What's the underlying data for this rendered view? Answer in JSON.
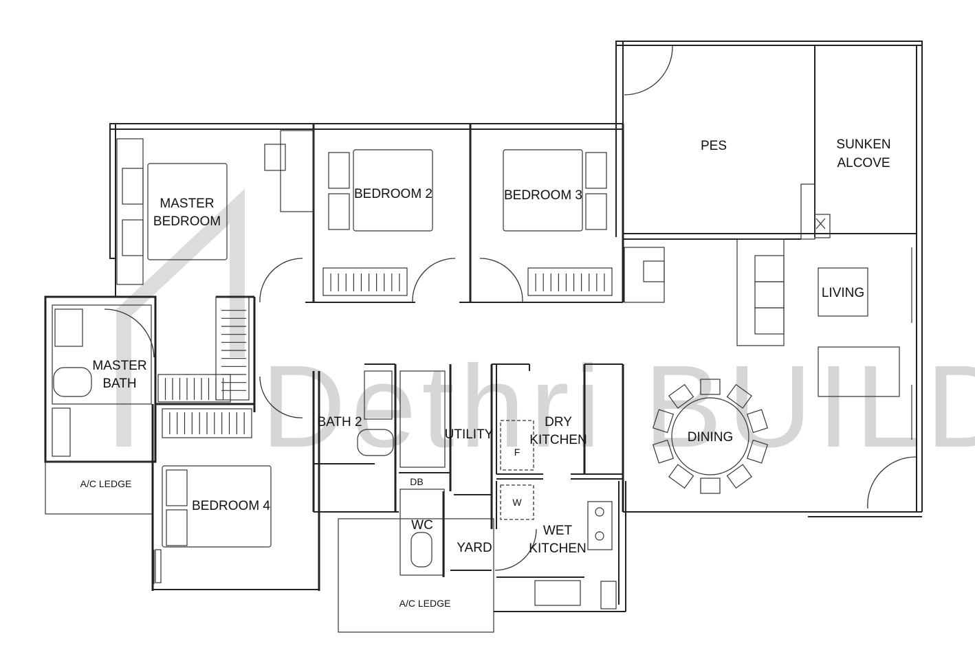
{
  "watermark": {
    "text": "Dethri BUILD"
  },
  "rooms": {
    "master_bedroom": [
      "MASTER",
      "BEDROOM"
    ],
    "bedroom2": "BEDROOM 2",
    "bedroom3": "BEDROOM 3",
    "pes": "PES",
    "sunken_alcove": [
      "SUNKEN",
      "ALCOVE"
    ],
    "living": "LIVING",
    "master_bath": [
      "MASTER",
      "BATH"
    ],
    "bath2": "BATH 2",
    "utility": "UTILITY",
    "dry_kitchen": [
      "DRY",
      "KITCHEN"
    ],
    "dining": "DINING",
    "bedroom4": "BEDROOM 4",
    "ac_ledge_left": "A/C LEDGE",
    "ac_ledge_bottom": "A/C LEDGE",
    "db": "DB",
    "wc": "WC",
    "yard": "YARD",
    "wet_kitchen": [
      "WET",
      "KITCHEN"
    ]
  },
  "appliances": {
    "fridge": "F",
    "washer": "W"
  },
  "colors": {
    "line": "#222222",
    "watermark": "#d6d6d6",
    "background": "#ffffff"
  }
}
